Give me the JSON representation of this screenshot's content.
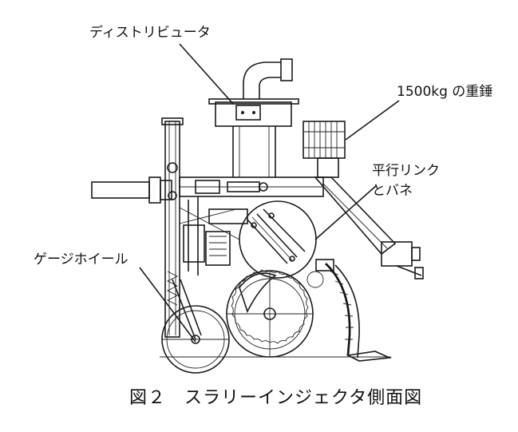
{
  "labels": {
    "distributor": "ディストリビュータ",
    "weight": "1500kg の重錘",
    "link_line1": "平行リンク",
    "link_line2": "とバネ",
    "gauge_wheel": "ゲージホイール"
  },
  "caption": "図２　スラリーインジェクタ側面図",
  "colors": {
    "ink": "#1a1a1a",
    "background": "#ffffff"
  }
}
